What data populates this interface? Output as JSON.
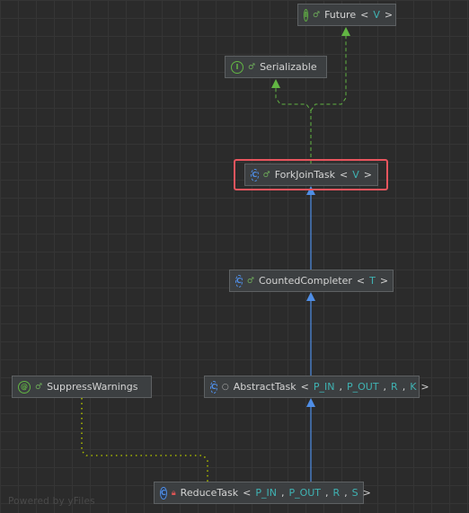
{
  "nodes": {
    "future": {
      "name": "Future",
      "open": "<",
      "params": [
        "V"
      ],
      "close": ">",
      "badge": "I",
      "kind": "interface"
    },
    "serializable": {
      "name": "Serializable",
      "badge": "I",
      "kind": "interface"
    },
    "forkjointask": {
      "name": "ForkJoinTask",
      "open": "<",
      "params": [
        "V"
      ],
      "close": ">",
      "badge": "C",
      "kind": "abstract-class",
      "selected": true
    },
    "countedcompleter": {
      "name": "CountedCompleter",
      "open": "<",
      "params": [
        "T"
      ],
      "close": ">",
      "badge": "C",
      "kind": "abstract-class"
    },
    "abstracttask": {
      "name": "AbstractTask",
      "open": "<",
      "params": [
        "P_IN",
        "P_OUT",
        "R",
        "K"
      ],
      "close": ">",
      "badge": "C",
      "kind": "abstract-class"
    },
    "suppresswarnings": {
      "name": "SuppressWarnings",
      "badge": "@",
      "kind": "annotation"
    },
    "reducetask": {
      "name": "ReduceTask",
      "open": "<",
      "params": [
        "P_IN",
        "P_OUT",
        "R",
        "S"
      ],
      "close": ">",
      "badge": "C",
      "kind": "class"
    }
  },
  "icons": {
    "interface": "interface-icon",
    "abstract_class": "abstract-class-icon",
    "class": "class-icon",
    "annotation": "annotation-icon",
    "public_visibility": "public-visibility-icon",
    "private_visibility": "private-visibility-icon",
    "package_visibility": "package-visibility-icon"
  },
  "colors": {
    "background": "#2b2b2b",
    "node_fill": "#3c3f41",
    "extends_edge": "#4f8ee6",
    "implements_edge": "#62b543",
    "annotation_edge": "#a8b800",
    "selection": "#e8555e",
    "type_param": "#3fb3b3"
  },
  "watermark": "Powered by yFiles"
}
